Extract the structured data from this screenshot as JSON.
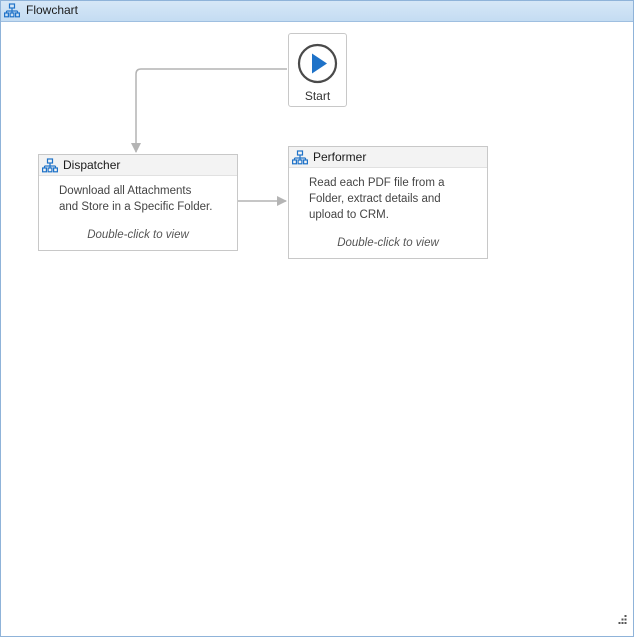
{
  "window": {
    "title": "Flowchart",
    "title_icon": "flowchart-icon"
  },
  "start": {
    "label": "Start",
    "icon": "play-icon"
  },
  "activities": [
    {
      "title": "Dispatcher",
      "icon": "flowchart-icon",
      "description": [
        "Download all Attachments",
        "and Store in a Specific Folder."
      ],
      "hint": "Double-click to view"
    },
    {
      "title": "Performer",
      "icon": "flowchart-icon",
      "description": [
        "Read each PDF file from a",
        "Folder, extract details and",
        "upload to CRM."
      ],
      "hint": "Double-click to view"
    }
  ],
  "connections": [
    {
      "from": "Start",
      "to": "Dispatcher"
    },
    {
      "from": "Dispatcher",
      "to": "Performer"
    }
  ],
  "colors": {
    "accent": "#1e72c8",
    "titlebar": "#c4dcf2",
    "border": "#8fb3d9",
    "connector": "#b4b4b4"
  }
}
